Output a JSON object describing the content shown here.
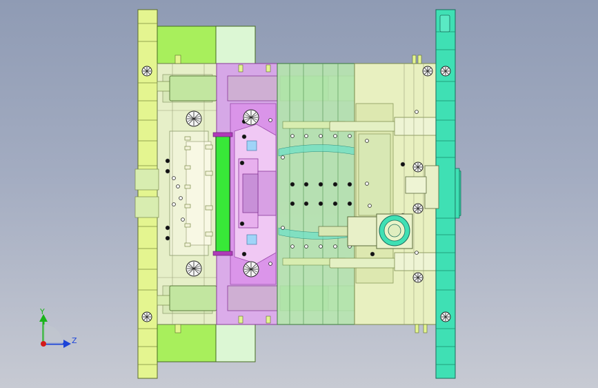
{
  "viewport": {
    "view": "front-view-xy",
    "background_top": "#8f9bb4",
    "background_bottom": "#c7cad3"
  },
  "triad": {
    "y_label": "Y",
    "z_label": "Z",
    "y_color": "#19b419",
    "z_color": "#1d44d8",
    "x_color": "#d41a1a"
  },
  "colors": {
    "clamp_plate_left": "#e4f590",
    "clamp_plate_right": "#3fe0b4",
    "spacer_green": "#a8ef5c",
    "spacer_light": "#dcf7d4",
    "ejector_area": "#e6efc8",
    "cavity_magenta": "#dc8cea",
    "core_green": "#b2e4a8",
    "right_plate": "#e8f0c0",
    "guide_pillar": "#c2e6a0",
    "slider_green": "#38e838",
    "hydraulic_cylinder": "#3fe0b4"
  }
}
